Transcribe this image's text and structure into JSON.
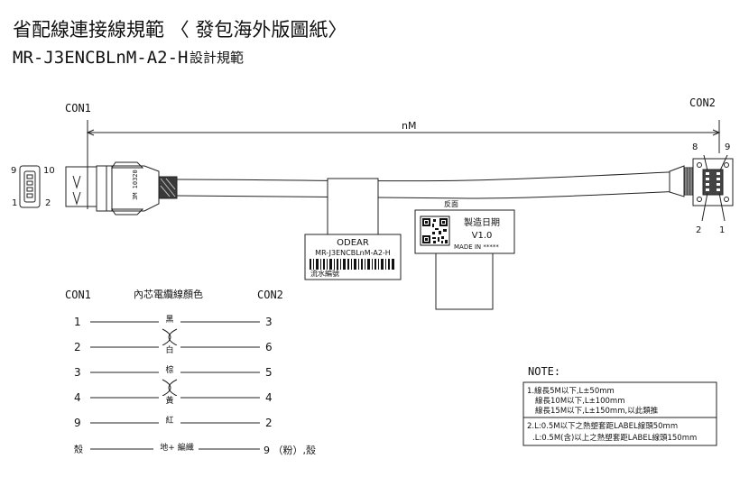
{
  "title": {
    "line1": "省配線連接線規範 〈 發包海外版圖紙〉",
    "model": "MR-J3ENCBLnM-A2-H",
    "model_suffix": "設計規範"
  },
  "connectors": {
    "con1_label": "CON1",
    "con2_label": "CON2",
    "length_label": "nM",
    "con1_pins": {
      "p9": "9",
      "p10": "10",
      "p1": "1",
      "p2": "2"
    },
    "con1_body_text": "3M 10320",
    "con2_pins": {
      "p8": "8",
      "p9": "9",
      "p2": "2",
      "p1": "1"
    }
  },
  "labels": {
    "left_tag": {
      "brand": "ODEAR",
      "model": "MR-J3ENCBLnM-A2-H",
      "serial_caption": "流水編號"
    },
    "right_tag": {
      "side_caption": "反面",
      "date_caption": "製造日期",
      "version": "V1.0",
      "made_in": "MADE IN *****"
    }
  },
  "wiring": {
    "header_left": "CON1",
    "header_mid": "內芯電纜線顏色",
    "header_right": "CON2",
    "rows": [
      {
        "left": "1",
        "color": "黑",
        "right": "3"
      },
      {
        "left": "2",
        "color": "白",
        "right": "6"
      },
      {
        "left": "3",
        "color": "棕",
        "right": "5"
      },
      {
        "left": "4",
        "color": "黃",
        "right": "4"
      },
      {
        "left": "9",
        "color": "紅",
        "right": "2"
      },
      {
        "left": "殼",
        "color": "地+ 編織",
        "right": "9 （粉）,殼"
      }
    ]
  },
  "notes": {
    "title": "NOTE:",
    "item1": "1.線長5M以下,L±50mm",
    "item1b": "線長10M以下,L±100mm",
    "item1c": "線長15M以下,L±150mm,以此類推",
    "item2": "2.L:0.5M以下之熱塑套距LABEL線頭50mm",
    "item2b": ".L:0.5M(含)以上之熱塑套距LABEL線頭150mm"
  }
}
